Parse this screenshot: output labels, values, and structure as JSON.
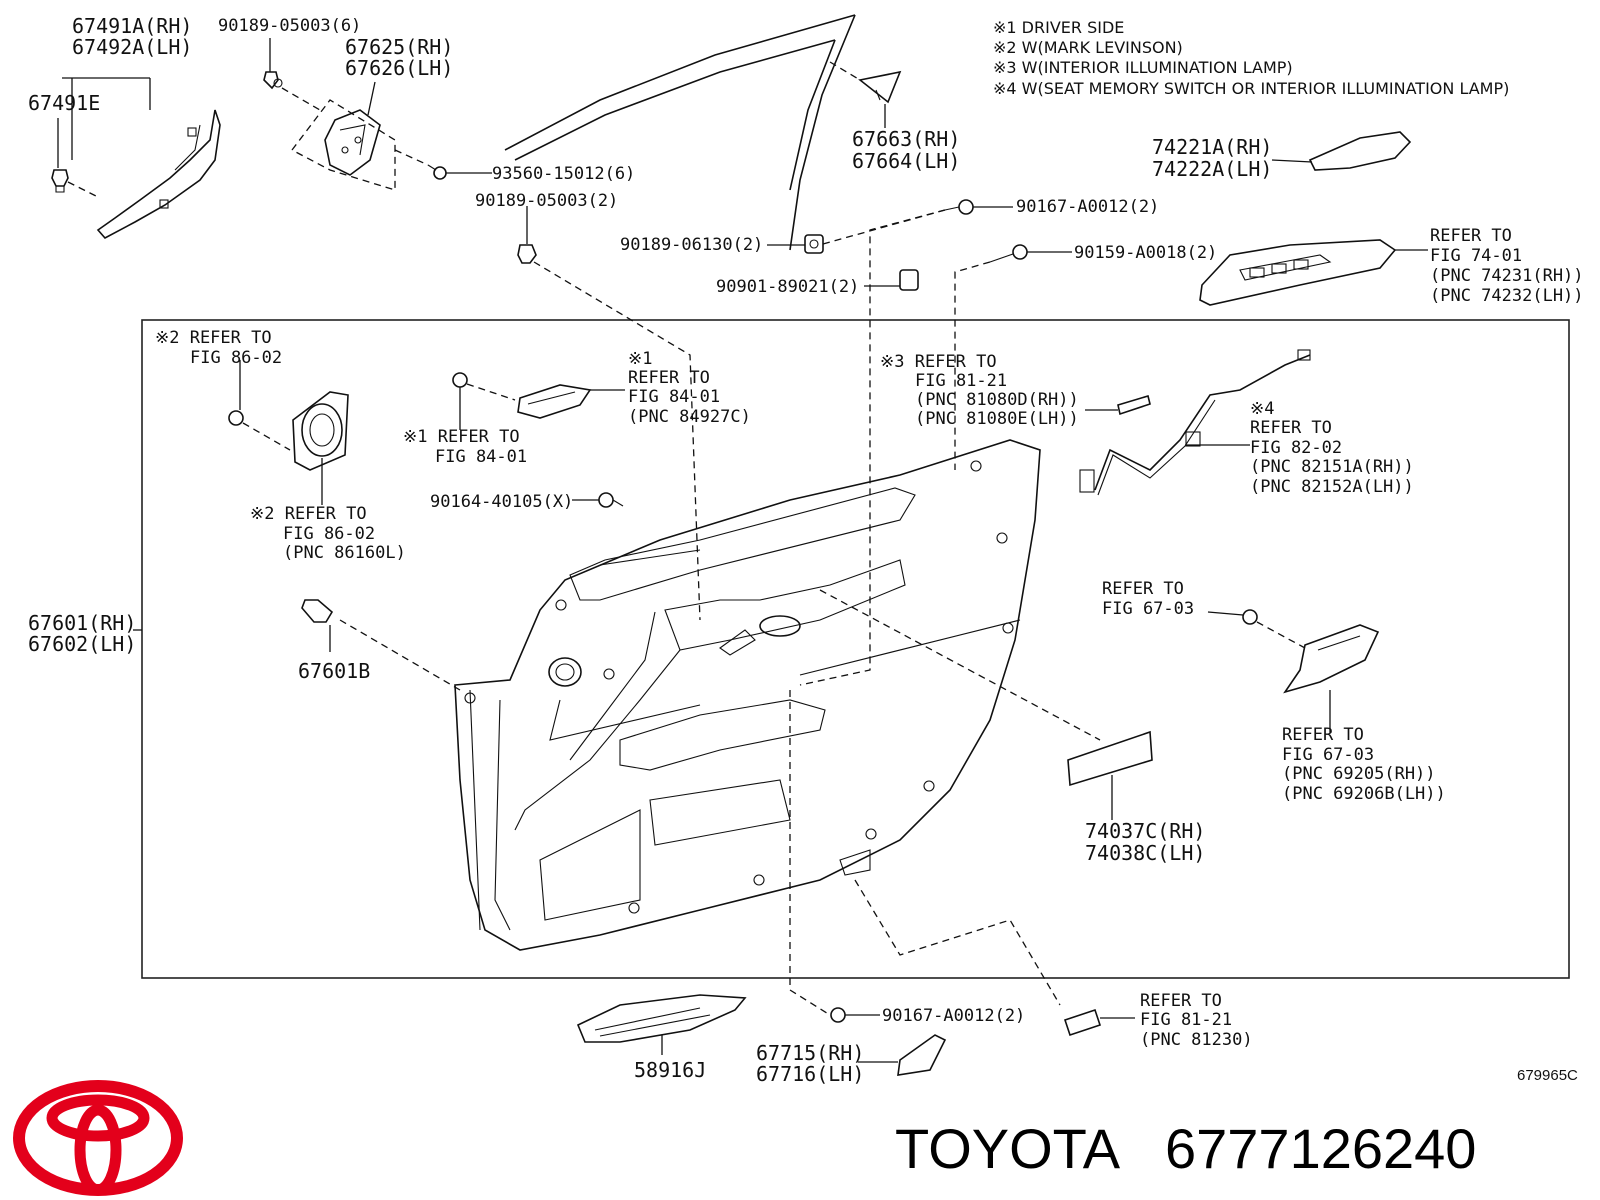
{
  "notes": [
    "※1  DRIVER SIDE",
    "※2  W(MARK LEVINSON)",
    "※3  W(INTERIOR ILLUMINATION LAMP)",
    "※4  W(SEAT MEMORY SWITCH OR INTERIOR ILLUMINATION LAMP)"
  ],
  "callouts": {
    "c67491a": "67491A(RH)",
    "c67492a": "67492A(LH)",
    "c67491e": "67491E",
    "c90189_6": "90189-05003(6)",
    "c67625": "67625(RH)",
    "c67626": "67626(LH)",
    "c93560": "93560-15012(6)",
    "c90189_2": "90189-05003(2)",
    "c67663": "67663(RH)",
    "c67664": "67664(LH)",
    "c74221a": "74221A(RH)",
    "c74222a": "74222A(LH)",
    "c90167_top": "90167-A0012(2)",
    "c90189_06130": "90189-06130(2)",
    "c90159": "90159-A0018(2)",
    "c90901": "90901-89021(2)",
    "refer_74_1": "REFER TO",
    "refer_74_2": "FIG 74-01",
    "refer_74_3": "(PNC 74231(RH))",
    "refer_74_4": "(PNC 74232(LH))",
    "refer_86a_1": "※2 REFER TO",
    "refer_86a_2": "FIG 86-02",
    "refer_84a_1": "※1",
    "refer_84a_2": "REFER TO",
    "refer_84a_3": "FIG 84-01",
    "refer_84a_4": "(PNC 84927C)",
    "refer_84b_1": "※1 REFER TO",
    "refer_84b_2": "FIG 84-01",
    "refer_81a_1": "※3 REFER TO",
    "refer_81a_2": "FIG 81-21",
    "refer_81a_3": "(PNC 81080D(RH))",
    "refer_81a_4": "(PNC 81080E(LH))",
    "refer_82_1": "※4",
    "refer_82_2": "REFER TO",
    "refer_82_3": "FIG 82-02",
    "refer_82_4": "(PNC 82151A(RH))",
    "refer_82_5": "(PNC 82152A(LH))",
    "c90164": "90164-40105(X)",
    "refer_86b_1": "※2 REFER TO",
    "refer_86b_2": "FIG 86-02",
    "refer_86b_3": "(PNC 86160L)",
    "c67601": "67601(RH)",
    "c67602": "67602(LH)",
    "c67601b": "67601B",
    "refer_67a_1": "REFER TO",
    "refer_67a_2": "FIG 67-03",
    "refer_67b_1": "REFER TO",
    "refer_67b_2": "FIG 67-03",
    "refer_67b_3": "(PNC 69205(RH))",
    "refer_67b_4": "(PNC 69206B(LH))",
    "c74037c": "74037C(RH)",
    "c74038c": "74038C(LH)",
    "c90167_bot": "90167-A0012(2)",
    "refer_81b_1": "REFER TO",
    "refer_81b_2": "FIG 81-21",
    "refer_81b_3": "(PNC 81230)",
    "c58916j": "58916J",
    "c67715": "67715(RH)",
    "c67716": "67716(LH)"
  },
  "diagram_code": "679965C",
  "footer": {
    "brand": "TOYOTA",
    "part_number": "6777126240",
    "logo_color": "#e3001b"
  }
}
